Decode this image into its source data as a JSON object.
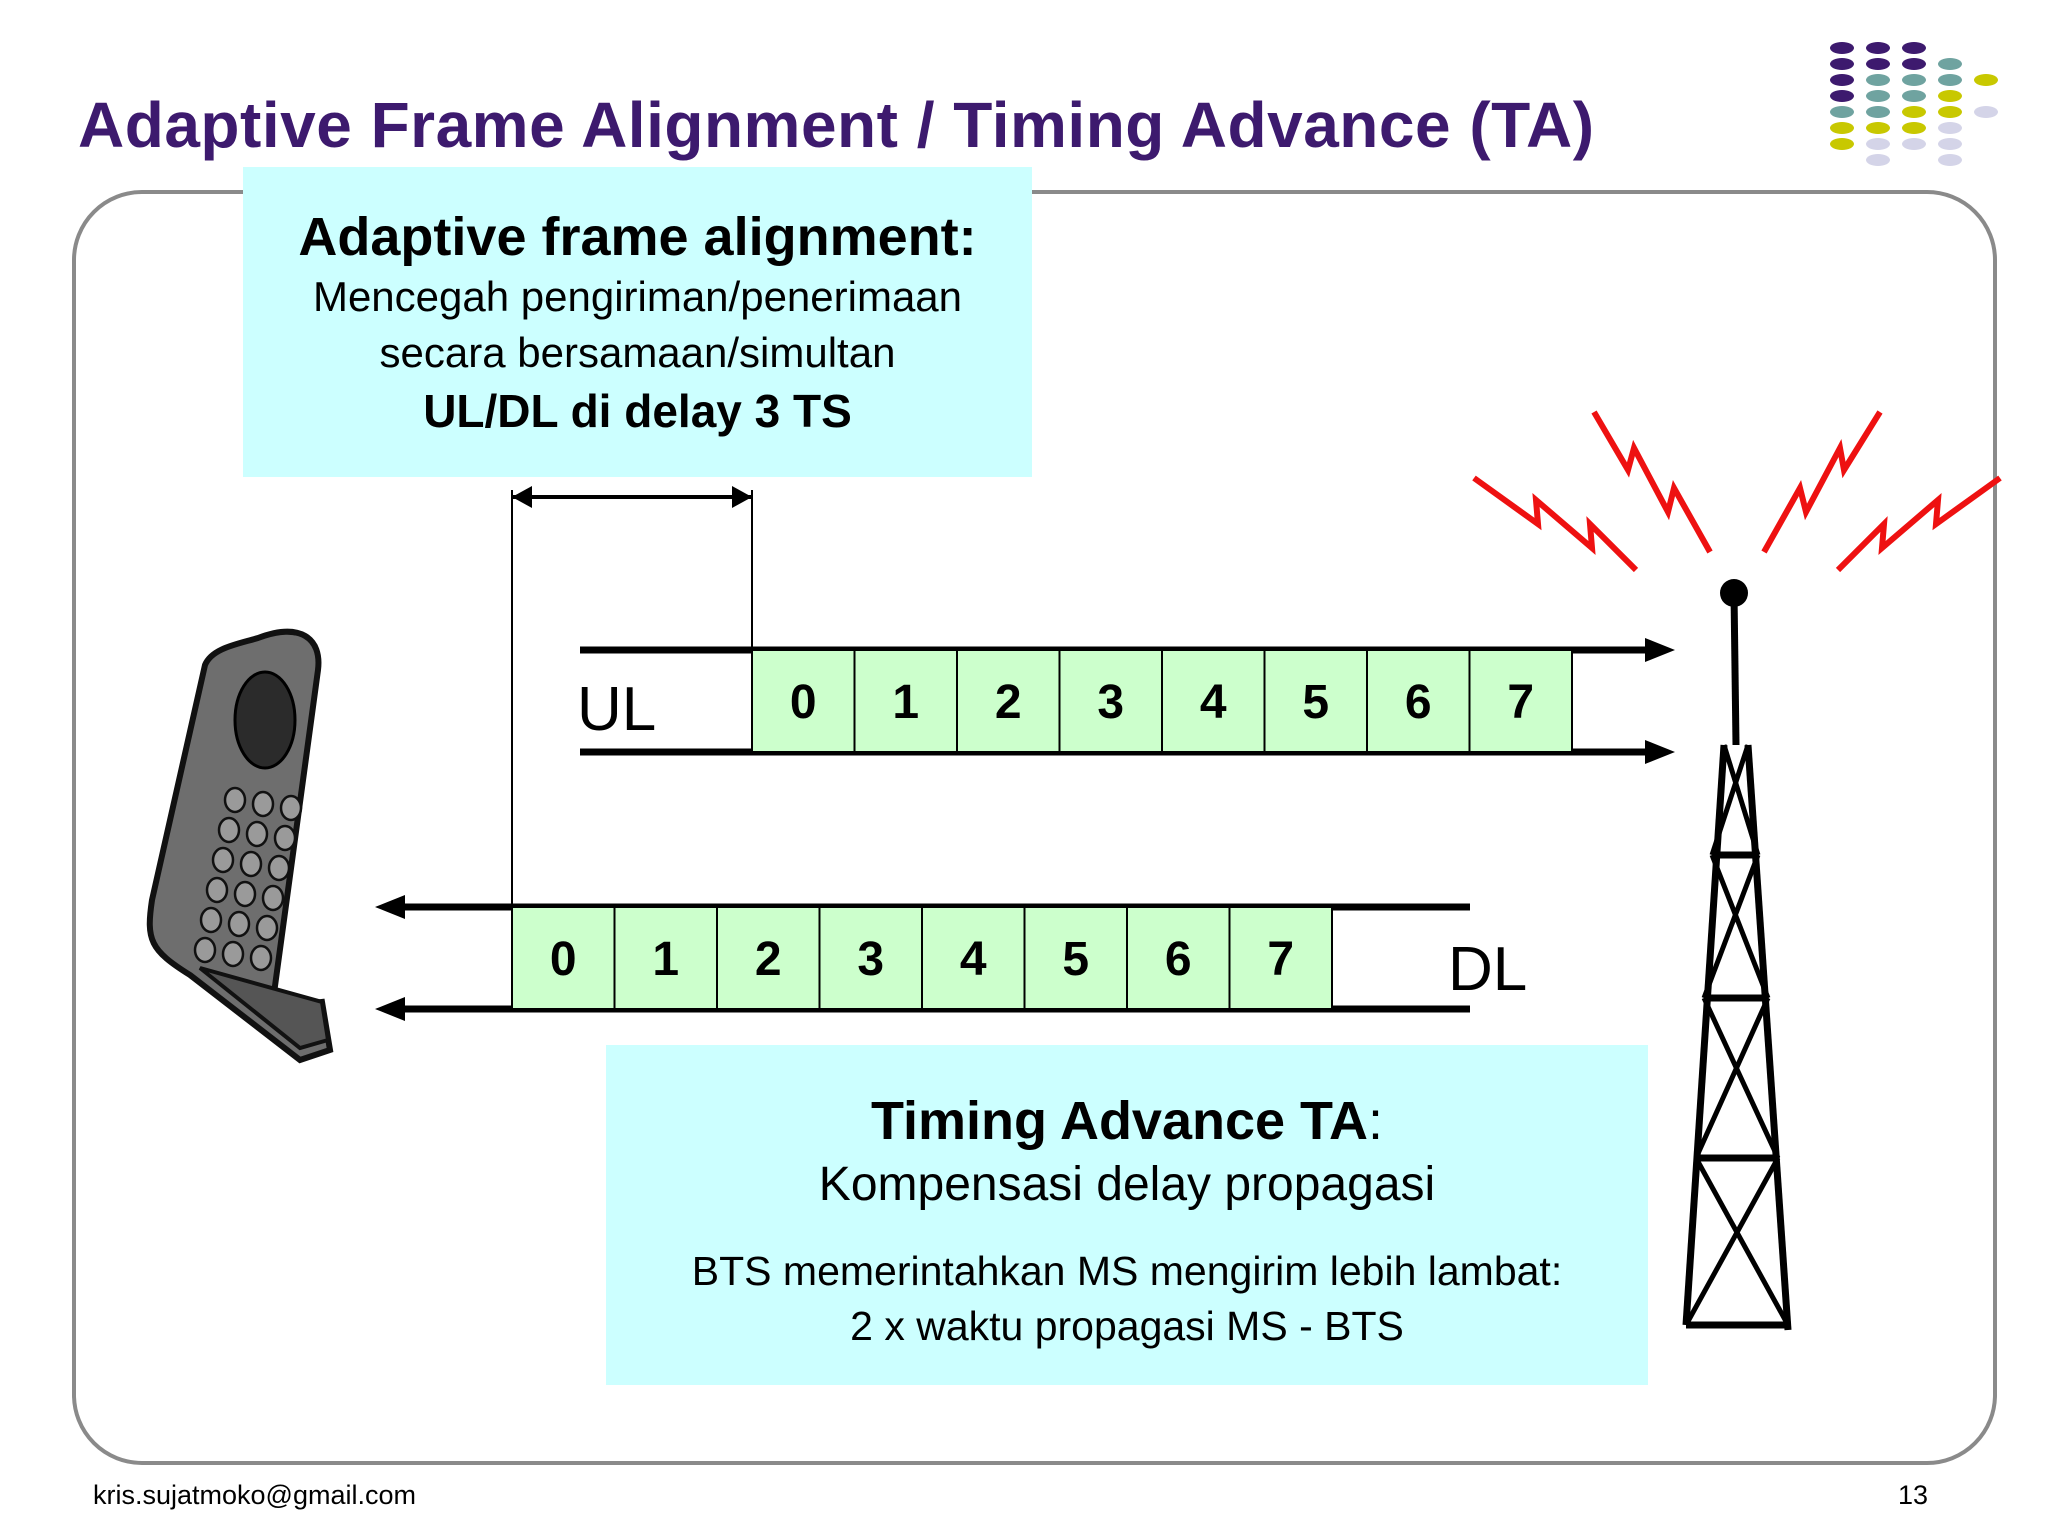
{
  "slide": {
    "title": "Adaptive Frame Alignment / Timing Advance (TA)",
    "footer_email": "kris.sujatmoko@gmail.com",
    "page_number": "13"
  },
  "box_alignment": {
    "heading": "Adaptive frame alignment:",
    "line1": "Mencegah pengiriman/penerimaan",
    "line2": "secara bersamaan/simultan",
    "line3": "UL/DL di delay 3 TS"
  },
  "box_timing": {
    "heading": "Timing Advance TA",
    "heading_suffix": ":",
    "subtitle": "Kompensasi delay propagasi",
    "line1": "BTS memerintahkan MS mengirim lebih lambat:",
    "line2": "2 x waktu propagasi MS - BTS"
  },
  "uplink": {
    "label": "UL",
    "slots": [
      "0",
      "1",
      "2",
      "3",
      "4",
      "5",
      "6",
      "7"
    ]
  },
  "downlink": {
    "label": "DL",
    "slots": [
      "0",
      "1",
      "2",
      "3",
      "4",
      "5",
      "6",
      "7"
    ]
  },
  "colors": {
    "title": "#3d1a6e",
    "slot_fill": "#ccffcc",
    "box_fill": "#ccffff",
    "signal": "#ee1111",
    "frame_border": "#8a8a8a",
    "dot_purple": "#3d1a6e",
    "dot_teal": "#6fa3a0",
    "dot_yellow": "#c8c800",
    "dot_light": "#d4d4e8"
  },
  "icons": {
    "mobile": "mobile-phone-icon",
    "tower": "bts-tower-icon",
    "signal": "radio-signal-icon"
  }
}
